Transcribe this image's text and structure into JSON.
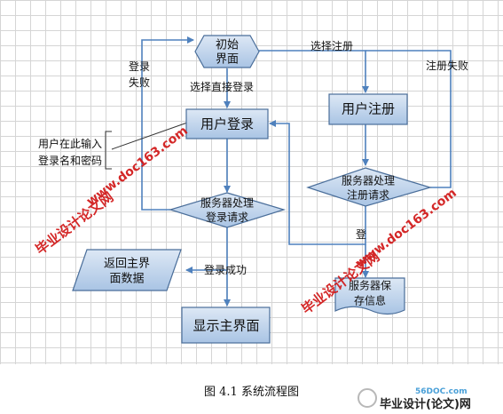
{
  "nodes": {
    "start": "初始\n界面",
    "login": "用户登录",
    "register": "用户注册",
    "server_login": "服务器处理\n登录请求",
    "server_register": "服务器处理\n注册请求",
    "return_main": "返回主界\n面数据",
    "show_main": "显示主界面",
    "server_save": "服务器保\n存信息"
  },
  "annotation": "用户在此输入\n登录名和密码",
  "edge_labels": {
    "choose_register": "选择注册",
    "choose_login": "选择直接登录",
    "login_fail": "登录\n失败",
    "register_fail": "注册失败",
    "login_success": "登录成功",
    "partial_login": "登"
  },
  "watermarks": {
    "text_a": "毕业设计论文网",
    "text_b": "www.doc163.com",
    "corner_domain": "56DOC.com",
    "corner_brand": "毕业设计(论文)网"
  },
  "caption": "图 4.1 系统流程图",
  "colors": {
    "shape_fill_top": "#dde8f5",
    "shape_fill_bottom": "#a9c4e4",
    "shape_stroke": "#4a6e9a",
    "connector": "#4f81bd",
    "watermark": "#d01010"
  }
}
